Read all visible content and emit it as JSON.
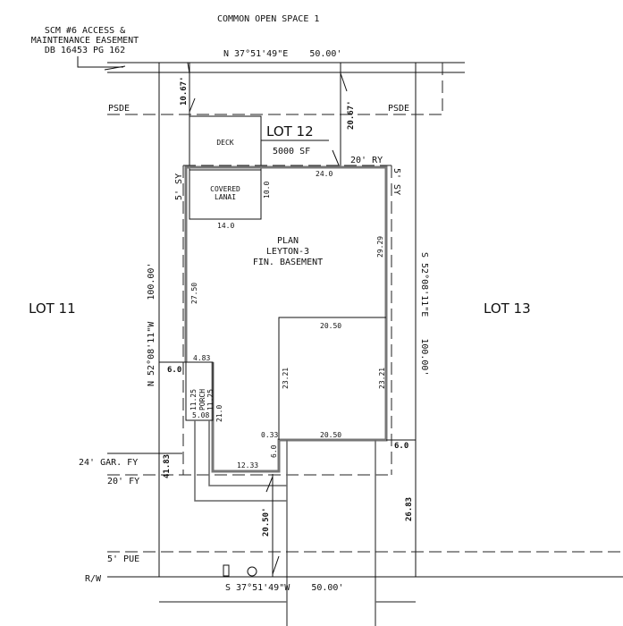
{
  "title": "COMMON OPEN SPACE 1",
  "easement": [
    "SCM #6 ACCESS &",
    "MAINTENANCE EASEMENT",
    "DB 16453 PG 162"
  ],
  "north_bearing": "N 37°51'49\"E    50.00'",
  "south_bearing": "S 37°51'49\"W    50.00'",
  "west_bearing": "N 52°08'11\"W    100.00'",
  "east_bearing": "S 52°08'11\"E    100.00'",
  "lot": {
    "name": "LOT 12",
    "area": "5000 SF"
  },
  "lot_left": "LOT 11",
  "lot_right": "LOT 13",
  "psde": "PSDE",
  "plan": [
    "PLAN",
    "LEYTON-3",
    "FIN. BASEMENT"
  ],
  "deck": "DECK",
  "lanai": [
    "COVERED",
    "LANAI"
  ],
  "porch": "PORCH",
  "setbacks": {
    "ry": "20' RY",
    "sy": "5' SY",
    "gar_fy": "24' GAR. FY",
    "fy": "20' FY",
    "pue": "5' PUE",
    "rw": "R/W"
  },
  "dims": {
    "d1067": "10.67'",
    "d2067": "20.67'",
    "d240": "24.0",
    "d100": "10.0",
    "d140": "14.0",
    "d2929": "29.29",
    "d2750": "27.50",
    "d2050a": "20.50",
    "d2050b": "20.50",
    "d2321a": "23.21",
    "d2321b": "23.21",
    "d483": "4.83",
    "d60a": "6.0",
    "d1125a": "11.25",
    "d1125b": "11.25",
    "d508": "5.08",
    "d210": "21.0",
    "d033": "0.33",
    "d60c": "6.0",
    "d1233": "12.33",
    "d60b": "6.0",
    "d4183": "41.83",
    "d2683": "26.83",
    "d2050c": "20.50'"
  }
}
